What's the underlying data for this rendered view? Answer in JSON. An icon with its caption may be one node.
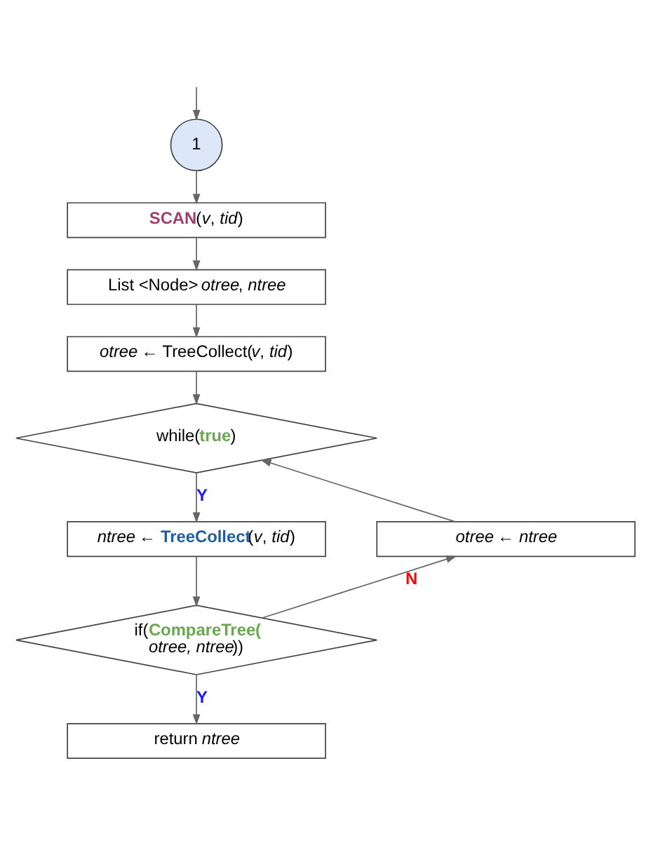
{
  "diagram": {
    "nodes": [
      {
        "text": [
          "1"
        ]
      },
      {
        "text": [
          "**SCAN**(*v*, *tid*)"
        ]
      },
      {
        "text": [
          "List <Node> *otree*, *ntree*"
        ]
      },
      {
        "text": [
          "*otree* ← TreeCollect(*v*, *tid*)"
        ]
      },
      {
        "text": [
          "while(**true**)"
        ]
      },
      {
        "text": [
          "*ntree* ← **TreeCollect**(*v*, *tid*)"
        ]
      },
      {
        "text": [
          "*otree* ← *ntree*"
        ]
      },
      {
        "text": [
          "if(**CompareTree(** *otree, ntree*))"
        ]
      },
      {
        "text": [
          "return *ntree*"
        ]
      }
    ],
    "edges": [
      {
        "from": null,
        "to": 0,
        "arrow": "to"
      },
      {
        "from": 0,
        "to": 1,
        "arrow": "to"
      },
      {
        "from": 1,
        "to": 2,
        "arrow": "to"
      },
      {
        "from": 2,
        "to": 3,
        "arrow": "to"
      },
      {
        "from": 3,
        "to": 4,
        "arrow": "to"
      },
      {
        "from": 4,
        "to": 5,
        "arrow": "to",
        "label": "Y"
      },
      {
        "from": 5,
        "to": 7,
        "arrow": "to"
      },
      {
        "from": 7,
        "to": 6,
        "arrow": "to",
        "label": "N"
      },
      {
        "from": 6,
        "to": 4,
        "arrow": "to"
      },
      {
        "from": 7,
        "to": 8,
        "arrow": "to",
        "label": "Y"
      }
    ]
  }
}
